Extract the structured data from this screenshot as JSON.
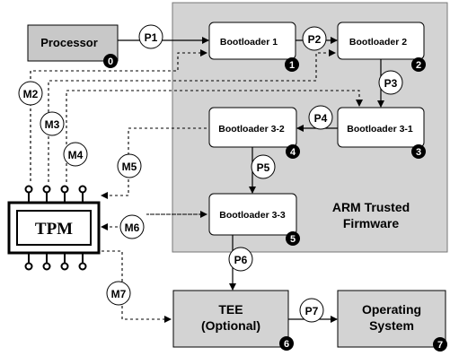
{
  "diagram": {
    "boxes": {
      "processor": {
        "label": "Processor",
        "badge": "0"
      },
      "bl1": {
        "label": "Bootloader  1",
        "badge": "1"
      },
      "bl2": {
        "label": "Bootloader  2",
        "badge": "2"
      },
      "bl31": {
        "label": "Bootloader 3-1",
        "badge": "3"
      },
      "bl32": {
        "label": "Bootloader  3-2",
        "badge": "4"
      },
      "bl33": {
        "label": "Bootloader 3-3",
        "badge": "5"
      },
      "tee": {
        "label_line1": "TEE",
        "label_line2": "(Optional)",
        "badge": "6"
      },
      "os": {
        "label_line1": "Operating",
        "label_line2": "System",
        "badge": "7"
      },
      "tpm": {
        "label": "TPM"
      }
    },
    "region": {
      "label_line1": "ARM Trusted",
      "label_line2": "Firmware"
    },
    "paths": [
      "P1",
      "P2",
      "P3",
      "P4",
      "P5",
      "P6",
      "P7"
    ],
    "measurements": [
      "M2",
      "M3",
      "M4",
      "M5",
      "M6",
      "M7"
    ]
  }
}
